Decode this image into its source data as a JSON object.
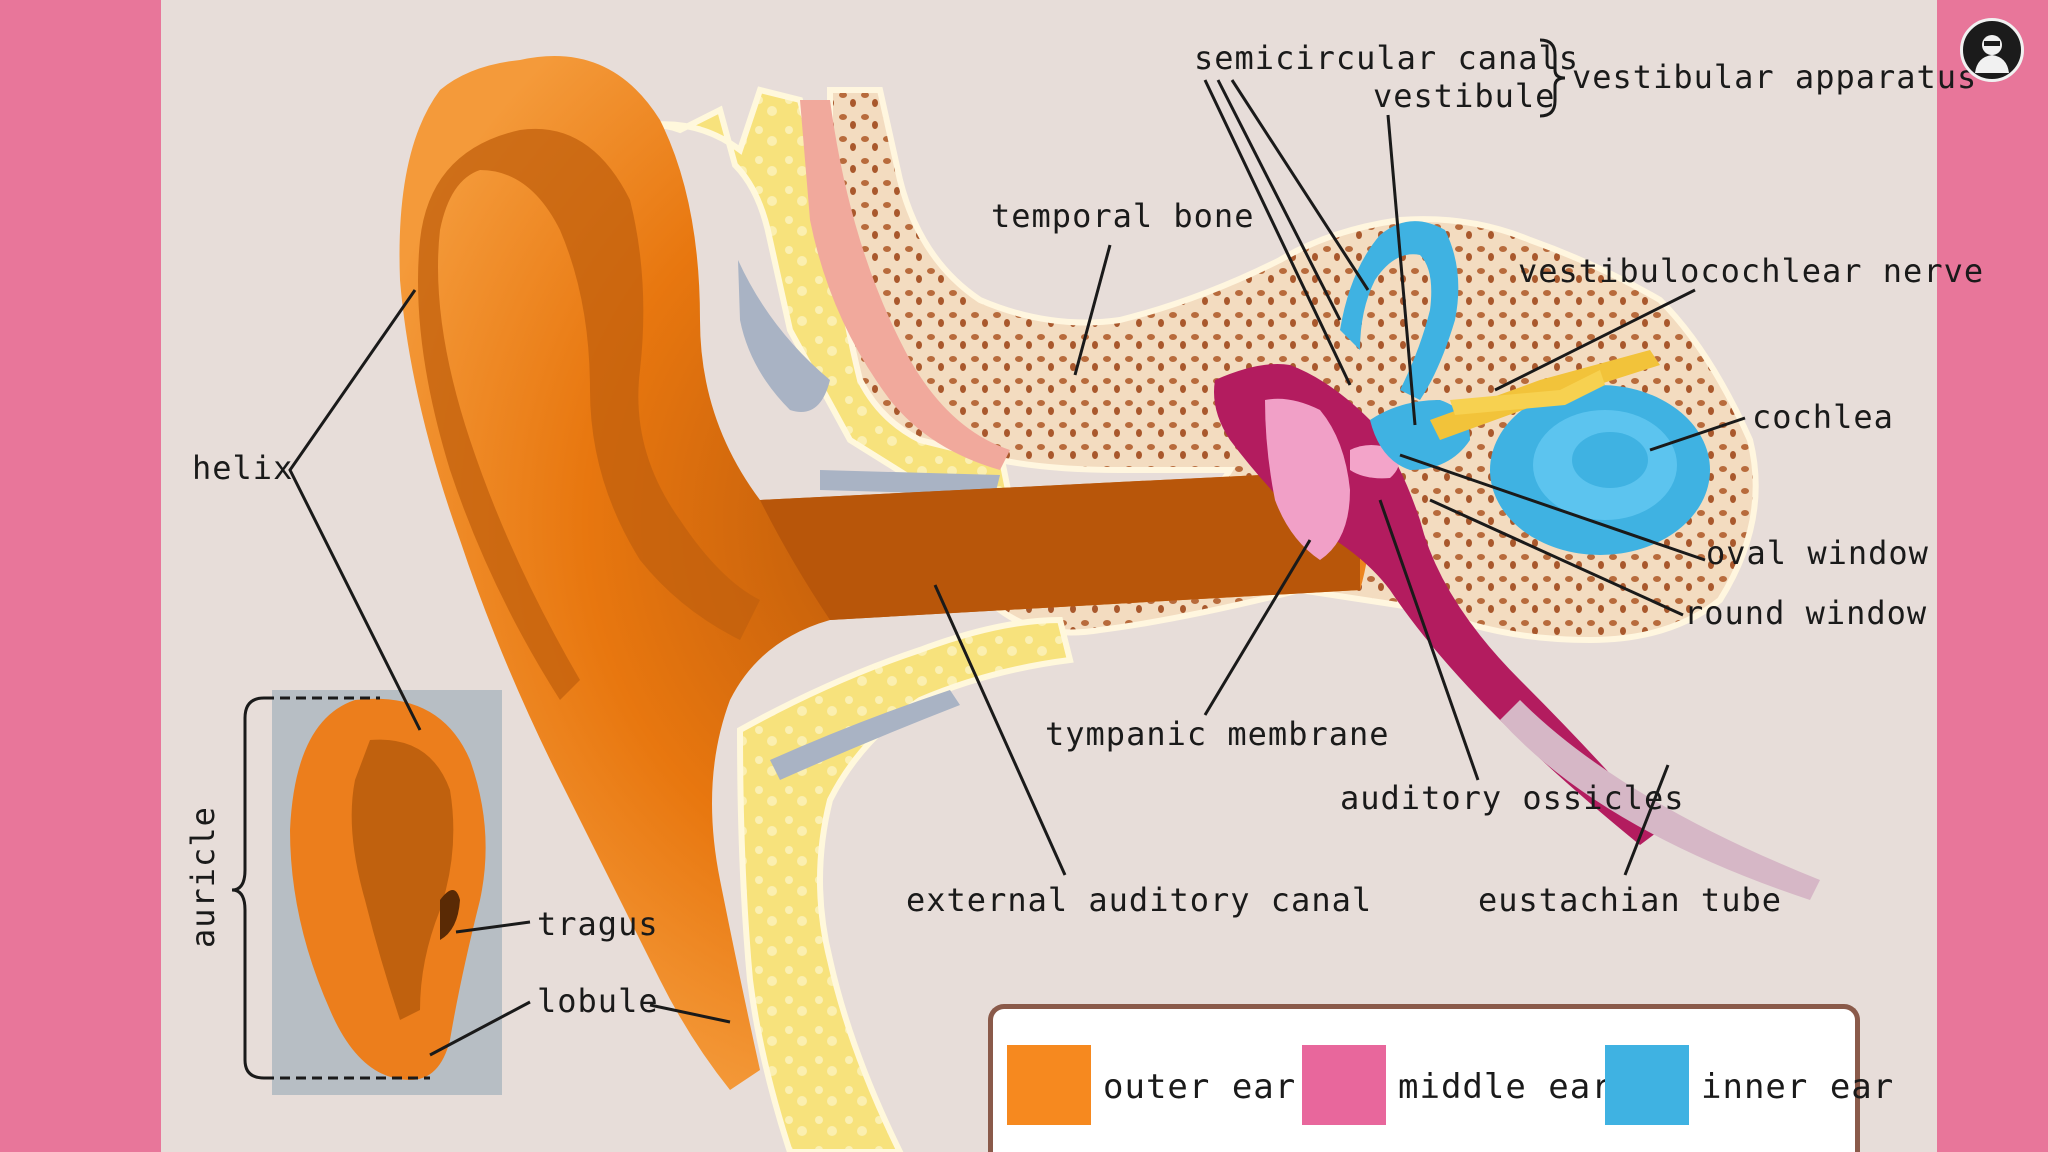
{
  "labels": {
    "semicircular_canals": "semicircular canals",
    "vestibule": "vestibule",
    "vestibular_apparatus": "vestibular apparatus",
    "temporal_bone": "temporal bone",
    "vestibulocochlear_nerve": "vestibulocochlear nerve",
    "helix": "helix",
    "cochlea": "cochlea",
    "oval_window": "oval window",
    "round_window": "round window",
    "tympanic_membrane": "tympanic membrane",
    "auditory_ossicles": "auditory ossicles",
    "external_auditory_canal": "external auditory canal",
    "eustachian_tube": "eustachian tube",
    "auricle": "auricle",
    "tragus": "tragus",
    "lobule": "lobule"
  },
  "legend": [
    {
      "label": "outer ear",
      "color": "#f6891f"
    },
    {
      "label": "middle ear",
      "color": "#e8679c"
    },
    {
      "label": "inner ear",
      "color": "#3fb2e2"
    }
  ],
  "colors": {
    "background": "#e8769a",
    "panel": "#e7ddd9",
    "outer_ear": "#e9760f",
    "bone": "#f6e4a0",
    "middle_ear": "#c0276e",
    "inner_ear": "#3fb2e2"
  },
  "avatar_icon": "profile-avatar-icon"
}
